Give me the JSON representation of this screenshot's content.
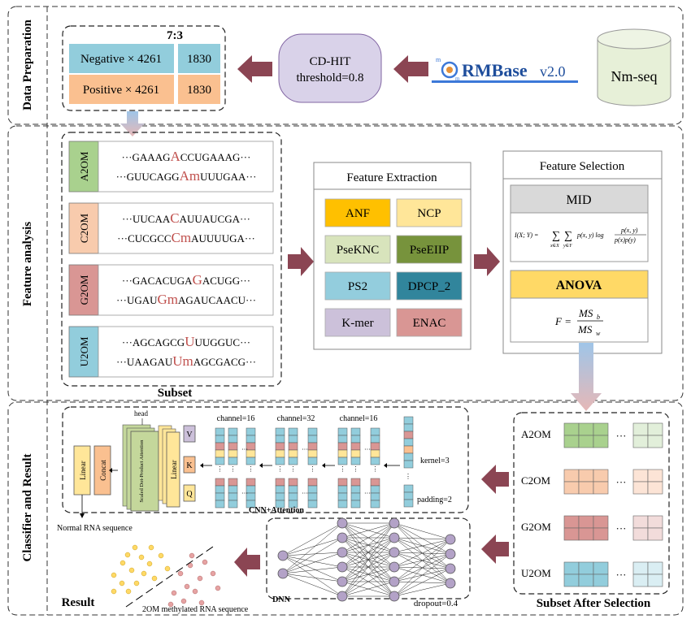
{
  "sections": {
    "data_preparation": "Data Preparation",
    "feature_analysis": "Feature analysis",
    "classifier_result": "Classifier and Result"
  },
  "split": {
    "ratio": "7:3",
    "negative": "Negative × 4261",
    "positive": "Positive × 4261",
    "neg_test": "1830",
    "pos_test": "1830"
  },
  "cdhit": {
    "line1": "CD-HIT",
    "line2": "threshold=0.8"
  },
  "rmbase": {
    "name": "RMBase",
    "version": "v2.0"
  },
  "nmseq": "Nm-seq",
  "subsets": [
    {
      "label": "A2OM",
      "seq1a": "···GAAAG",
      "seq1b": "A",
      "seq1c": "CCUGAAAG···",
      "seq2a": "···GUUCAGG",
      "seq2b": "Am",
      "seq2c": "UUUGAA···",
      "color": "#a9d18e"
    },
    {
      "label": "C2OM",
      "seq1a": "···UUCAA",
      "seq1b": "C",
      "seq1c": "AUUAUCGA···",
      "seq2a": "···CUCGCC",
      "seq2b": "Cm",
      "seq2c": "AUUUUGA···",
      "color": "#f8cbad"
    },
    {
      "label": "G2OM",
      "seq1a": "···GACACUGA",
      "seq1b": "G",
      "seq1c": "ACUGG···",
      "seq2a": "···UGAU",
      "seq2b": "Gm",
      "seq2c": "AGAUCAACU···",
      "color": "#d99694"
    },
    {
      "label": "U2OM",
      "seq1a": "···AGCAGCG",
      "seq1b": "U",
      "seq1c": "UUGGUC···",
      "seq2a": "···UAAGAU",
      "seq2b": "Um",
      "seq2c": "AGCGACG···",
      "color": "#92cddc"
    }
  ],
  "subset_caption": "Subset",
  "feature_extraction": {
    "title": "Feature Extraction",
    "items": [
      {
        "label": "ANF",
        "color": "#ffc000"
      },
      {
        "label": "NCP",
        "color": "#ffe699"
      },
      {
        "label": "PseKNC",
        "color": "#d8e4bc"
      },
      {
        "label": "PseEIIP",
        "color": "#77933c"
      },
      {
        "label": "PS2",
        "color": "#93cddd"
      },
      {
        "label": "DPCP_2",
        "color": "#31859c"
      },
      {
        "label": "K-mer",
        "color": "#ccc1da"
      },
      {
        "label": "ENAC",
        "color": "#d99694"
      }
    ]
  },
  "feature_selection": {
    "title": "Feature Selection",
    "mid": "MID",
    "mid_formula": "I(X;Y) = ∑ ∑ p(x,y) log p(x,y) / p(x)p(y)",
    "mid_sum1": "x∈X",
    "mid_sum2": "y∈Y",
    "anova": "ANOVA",
    "anova_formula": "F = MS_b / MS_w"
  },
  "after_selection": {
    "caption": "Subset After Selection",
    "rows": [
      {
        "label": "A2OM",
        "dark": "#a9d18e",
        "light": "#e2efda"
      },
      {
        "label": "C2OM",
        "dark": "#f8cbad",
        "light": "#fce4d6"
      },
      {
        "label": "G2OM",
        "dark": "#d99694",
        "light": "#f2dcdb"
      },
      {
        "label": "U2OM",
        "dark": "#92cddc",
        "light": "#daeef3"
      }
    ],
    "ellipsis": "···"
  },
  "cnn": {
    "caption": "CNN+Attention",
    "head": "head",
    "linear1": "Linear",
    "concat": "Concat",
    "attention": "Scaled Dot-Product Attention",
    "linear2": "Linear",
    "v": "V",
    "k": "K",
    "q": "Q",
    "channel1": "channel=16",
    "channel2": "channel=32",
    "channel3": "channel=16",
    "kernel": "kernel=3",
    "padding": "padding=2"
  },
  "dnn": {
    "caption": "DNN",
    "dropout": "dropout=0.4"
  },
  "result": {
    "caption": "Result",
    "normal": "Normal RNA sequence",
    "methylated": "2OM methylated RNA sequence"
  },
  "colors": {
    "arrow": "#8b4553",
    "cdhit_fill": "#d9d2e9",
    "negative_fill": "#92cddc",
    "positive_fill": "#fac090",
    "sequence_highlight": "#c0504d",
    "mid_fill": "#d9d9d9",
    "anova_fill": "#ffd966",
    "attention_fill": "#c4d79b",
    "vkq_fill": "#ccc0da",
    "neuron_fill": "#b3a2c7"
  }
}
